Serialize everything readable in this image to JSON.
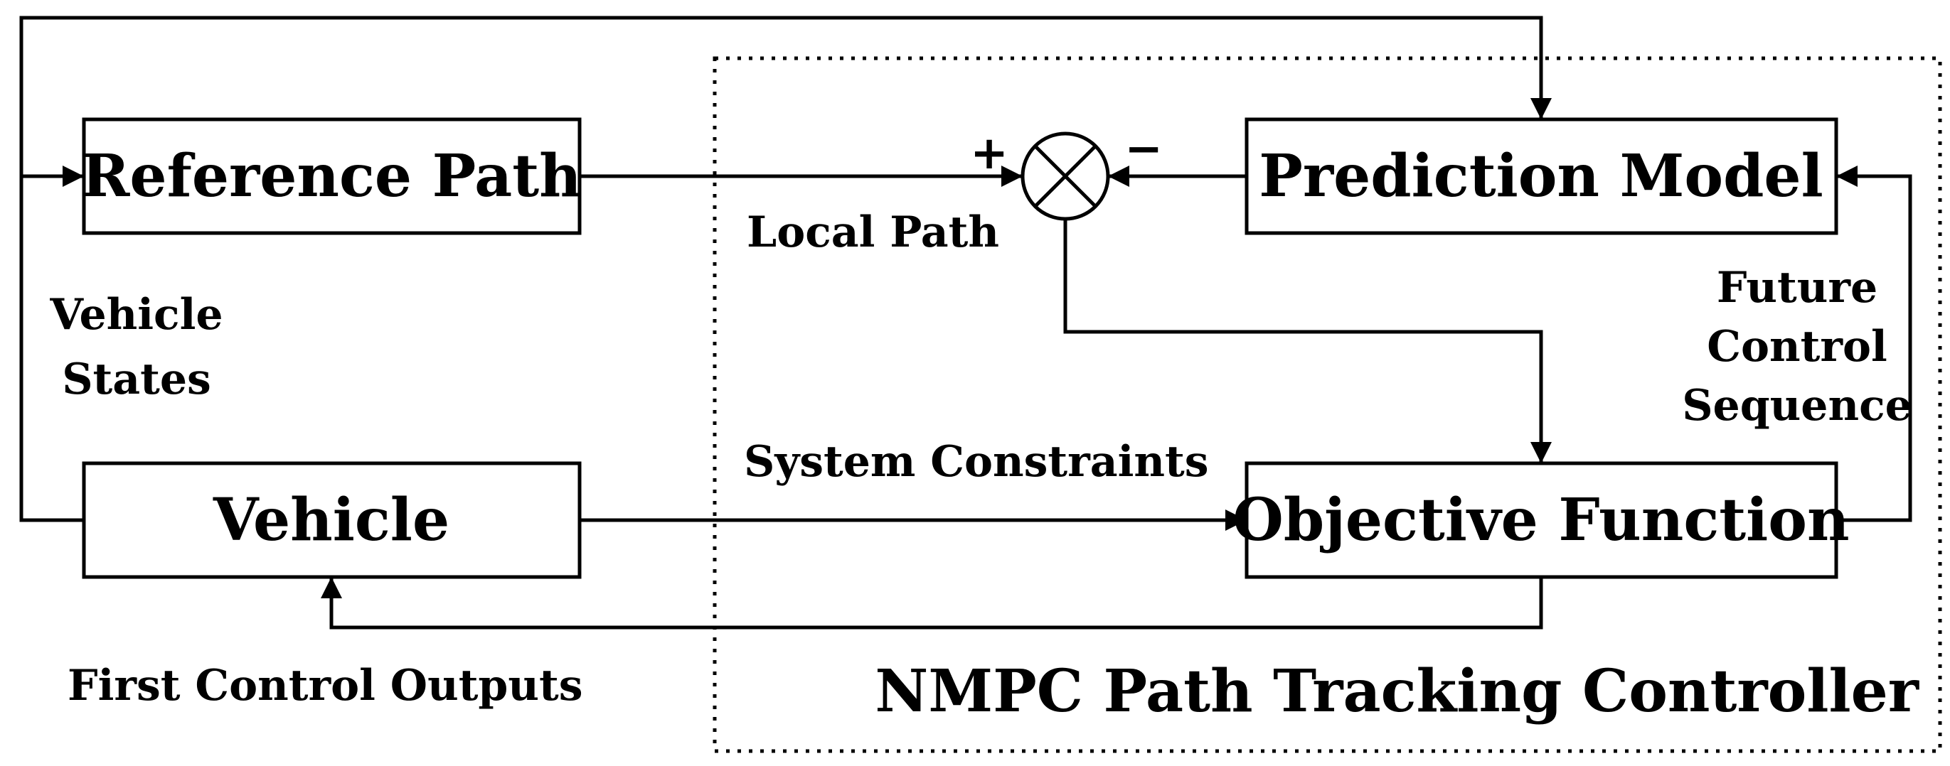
{
  "blocks": {
    "reference_path": "Reference Path",
    "vehicle": "Vehicle",
    "prediction_model": "Prediction Model",
    "objective_function": "Objective Function"
  },
  "container": {
    "label": "NMPC Path Tracking Controller"
  },
  "summing_junction": {
    "plus_sign": "+",
    "minus_sign": "−"
  },
  "edge_labels": {
    "local_path": "Local Path",
    "vehicle_states_line1": "Vehicle",
    "vehicle_states_line2": "States",
    "system_constraints": "System Constraints",
    "future_control_line1": "Future",
    "future_control_line2": "Control",
    "future_control_line3": "Sequence",
    "first_control_outputs": "First Control Outputs"
  }
}
